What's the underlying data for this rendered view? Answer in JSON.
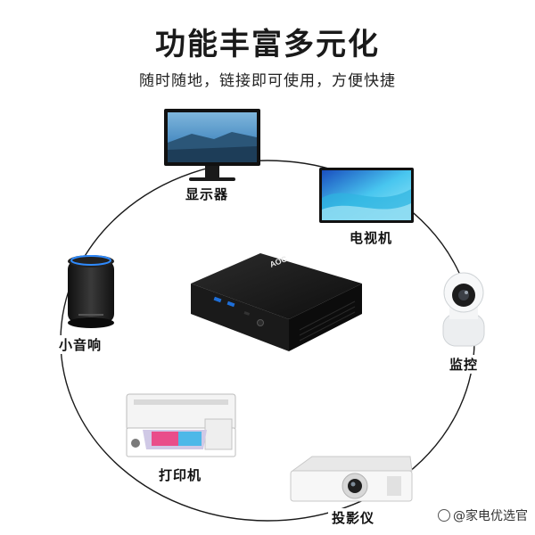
{
  "header": {
    "title": "功能丰富多元化",
    "subtitle": "随时随地，链接即可使用，方便快捷"
  },
  "hub": {
    "brand": "AOC"
  },
  "devices": {
    "monitor": {
      "label": "显示器",
      "icon": "monitor-icon"
    },
    "tv": {
      "label": "电视机",
      "icon": "tv-icon"
    },
    "camera": {
      "label": "监控",
      "icon": "camera-icon"
    },
    "projector": {
      "label": "投影仪",
      "icon": "projector-icon"
    },
    "printer": {
      "label": "打印机",
      "icon": "printer-icon"
    },
    "speaker": {
      "label": "小音响",
      "icon": "speaker-icon"
    }
  },
  "watermark": {
    "text": "@家电优选官"
  },
  "colors": {
    "line": "#1a1a1a",
    "hub": "#141414",
    "usb_port": "#1e6fd9",
    "screen_sky": "#5aa4d6",
    "tv_wave": "#3ec9e6"
  }
}
